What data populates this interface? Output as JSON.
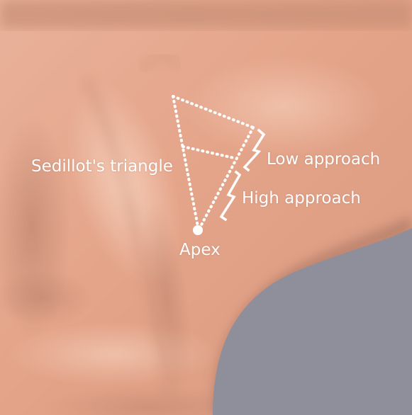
{
  "labels": {
    "sedillot": "Sedillot's triangle",
    "low": "Low approach",
    "high": "High approach",
    "apex": "Apex"
  },
  "colors": {
    "skin": "#e6a88e",
    "skin_light": "#f2c3aa",
    "skin_shadow": "#b8816a",
    "background_gray": "#8f8f9c",
    "annotation": "#ffffff"
  }
}
